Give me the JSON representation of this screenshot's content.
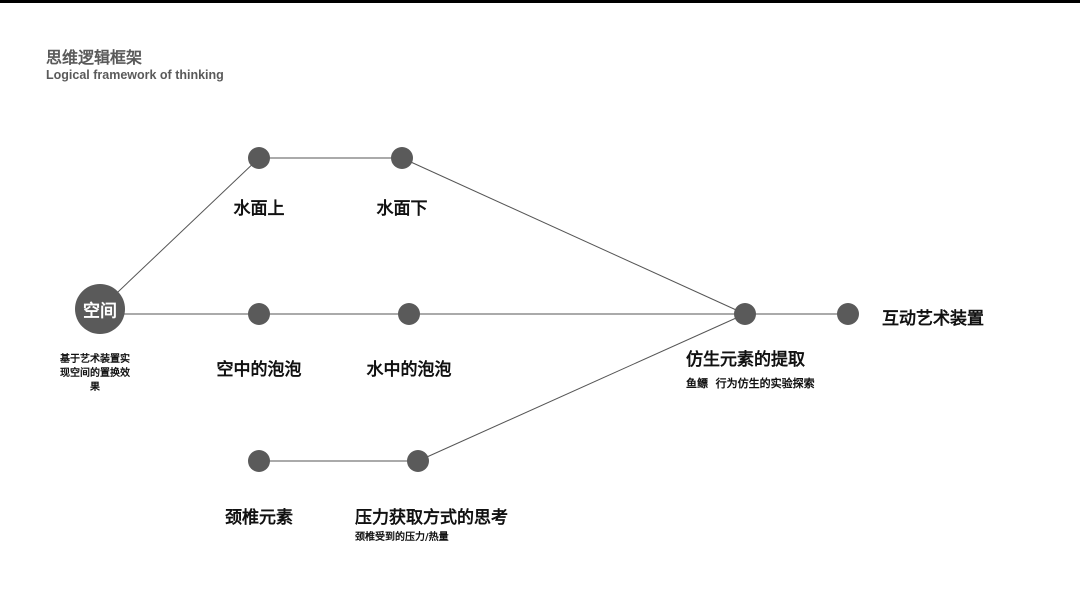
{
  "header": {
    "title_cn": "思维逻辑框架",
    "title_en": "Logical framework of thinking"
  },
  "colors": {
    "node_fill": "#5a5a5a",
    "line": "#555555",
    "text": "#111111",
    "top_bar": "#000000"
  },
  "nodes": {
    "space": {
      "label": "空间",
      "description": "基于艺术装置实现空间的置换效果"
    },
    "above_water": {
      "label": "水面上"
    },
    "below_water": {
      "label": "水面下"
    },
    "bubble_air": {
      "label": "空中的泡泡"
    },
    "bubble_water": {
      "label": "水中的泡泡"
    },
    "cervical": {
      "label": "颈椎元素"
    },
    "pressure": {
      "label": "压力获取方式的思考",
      "sub": "颈椎受到的压力/热量"
    },
    "bionic": {
      "label": "仿生元素的提取",
      "sub": "鱼鳔  行为仿生的实验探索"
    },
    "installation": {
      "label": "互动艺术装置"
    }
  }
}
